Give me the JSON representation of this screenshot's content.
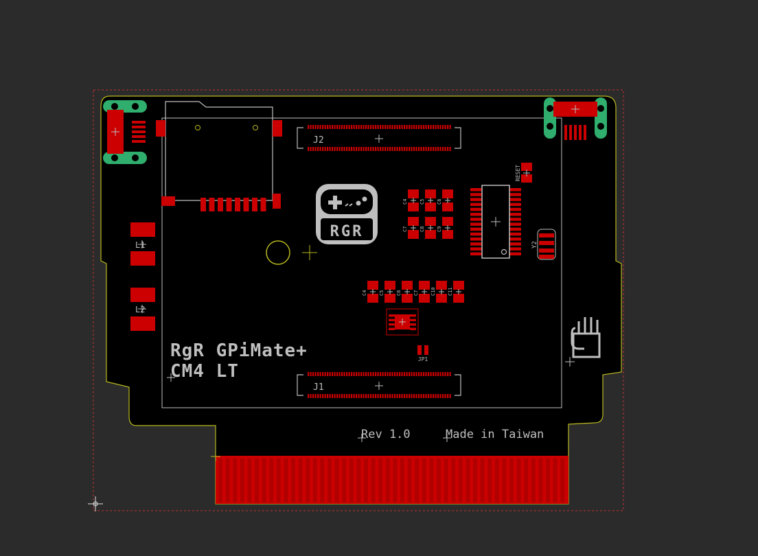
{
  "board": {
    "title_line1": "RgR GPiMate+",
    "title_line2": "CM4 LT",
    "revision": "Rev 1.0",
    "origin": "Made in Taiwan",
    "logo_text": "RGR"
  },
  "labels": {
    "j1": "J1",
    "j2": "J2",
    "l1": "L1",
    "l2": "L2",
    "jp1": "JP1",
    "reset": "RESET",
    "y2": "Y2",
    "caps_row1": [
      "C4",
      "C5",
      "C6"
    ],
    "caps_row2": [
      "C7",
      "C8",
      "C9"
    ],
    "caps_row3": [
      "C4",
      "C5",
      "C6",
      "C7",
      "C10",
      "C11"
    ]
  },
  "colors": {
    "background": "#2b2b2b",
    "board": "#000000",
    "outline": "#b8b820",
    "copper_pad": "#cc0000",
    "silkscreen": "#bfbfbf",
    "mount_pad": "#2fae6e",
    "dimension": "#c03030"
  },
  "icons": [
    "gamepad-logo-icon",
    "fist-icon",
    "crosshair-icon"
  ]
}
